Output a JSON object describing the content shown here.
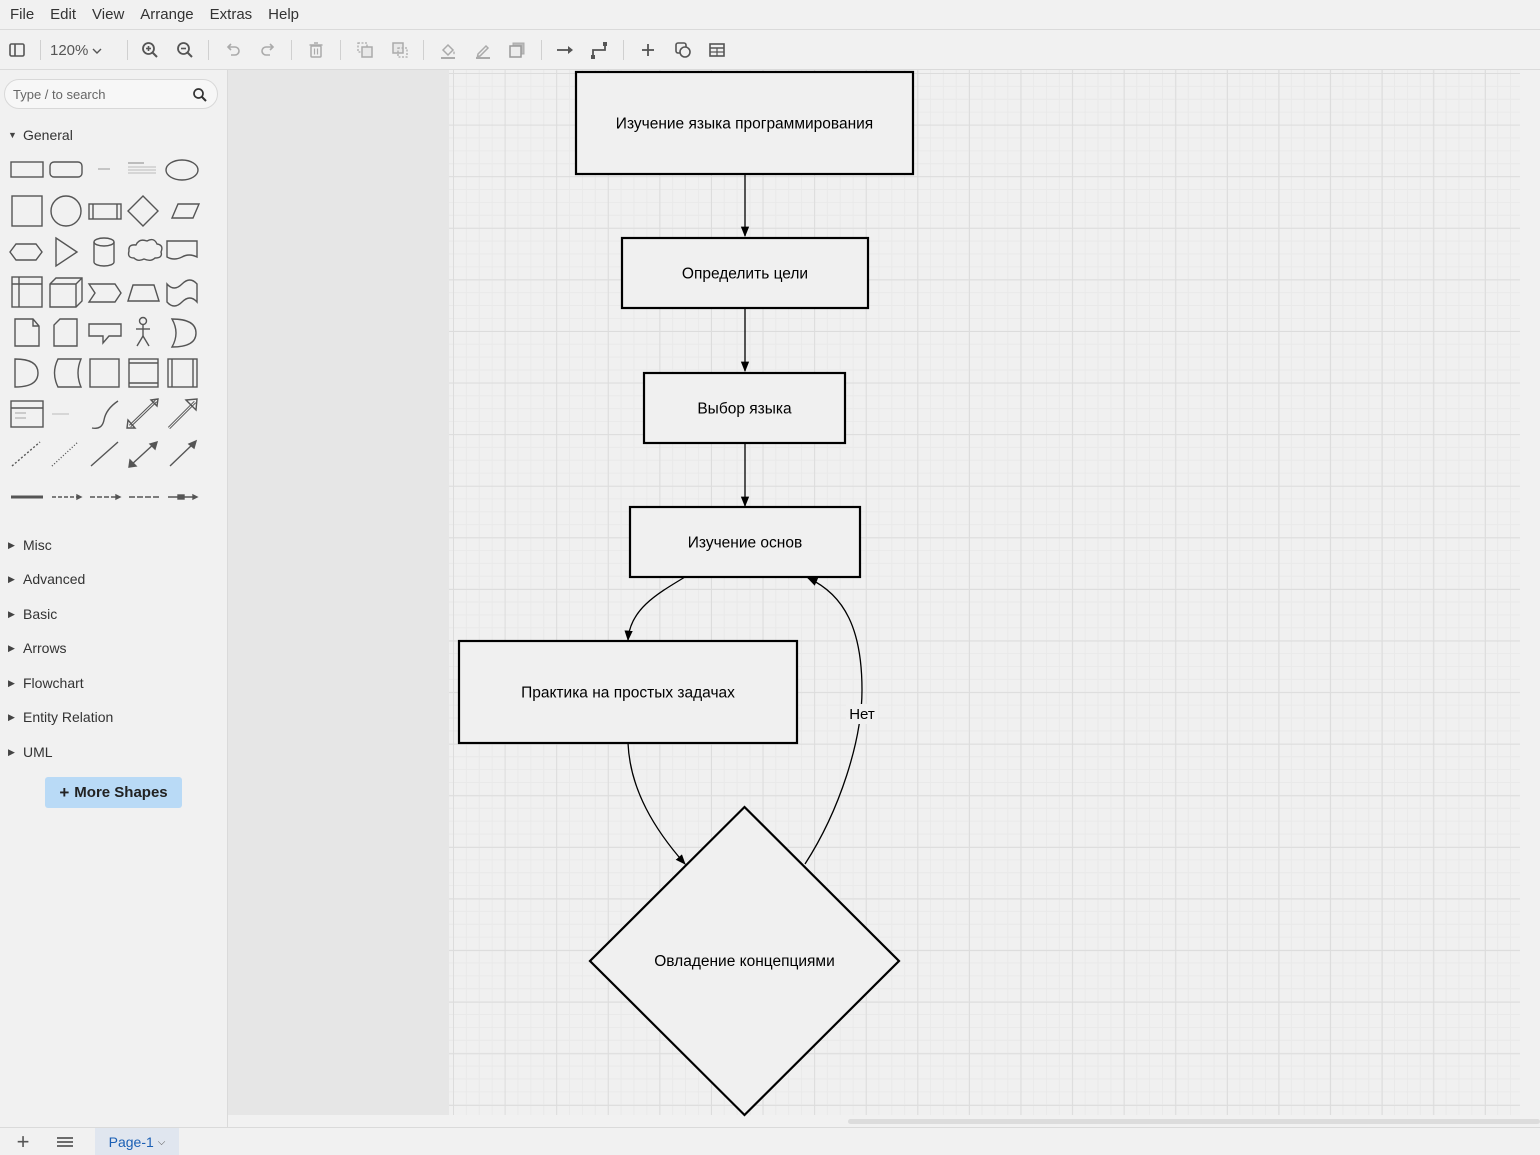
{
  "menubar": {
    "items": [
      "File",
      "Edit",
      "View",
      "Arrange",
      "Extras",
      "Help"
    ]
  },
  "toolbar": {
    "zoom": "120%",
    "buttons": [
      "toggle-sidebar-icon",
      "zoom-in-icon",
      "zoom-out-icon",
      "undo-icon",
      "redo-icon",
      "delete-icon",
      "to-front-icon",
      "to-back-icon",
      "fill-color-icon",
      "line-color-icon",
      "shadow-icon",
      "connection-icon",
      "waypoints-icon",
      "insert-icon",
      "shapes-icon",
      "table-icon"
    ]
  },
  "sidebar": {
    "search_placeholder": "Type / to search",
    "general_label": "General",
    "sections": [
      "Misc",
      "Advanced",
      "Basic",
      "Arrows",
      "Flowchart",
      "Entity Relation",
      "UML"
    ],
    "more_shapes_label": "More Shapes"
  },
  "diagram": {
    "nodes": {
      "n1": "Изучение языка программирования",
      "n2": "Определить цели",
      "n3": "Выбор языка",
      "n4": "Изучение основ",
      "n5": "Практика на простых задачах",
      "n6": "Овладение концепциями"
    },
    "edge_label": "Нет"
  },
  "bottombar": {
    "page_tab": "Page-1"
  }
}
